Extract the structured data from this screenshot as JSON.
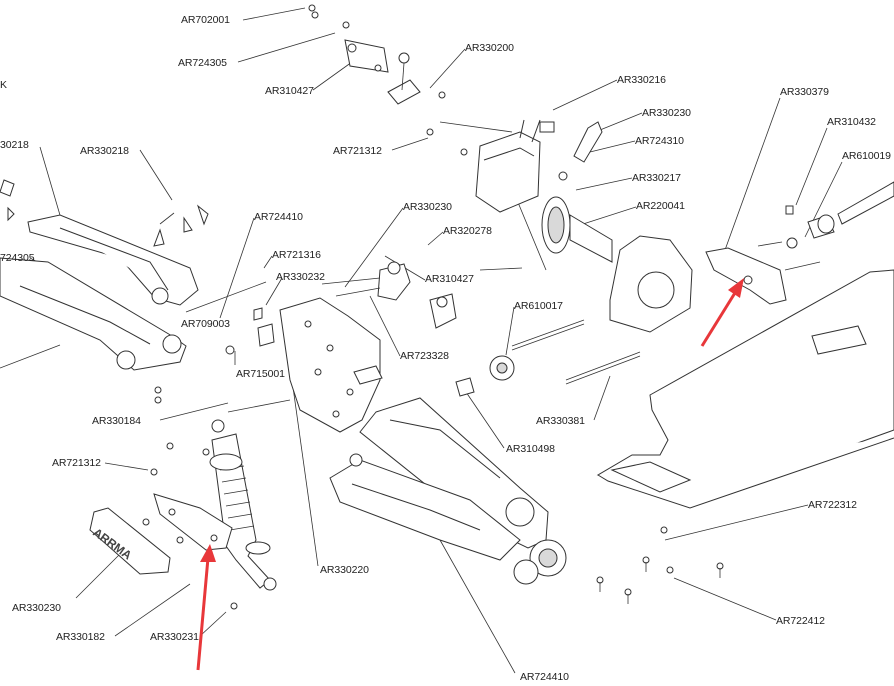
{
  "diagram": {
    "callouts": [
      {
        "id": "ar702001",
        "text": "AR702001"
      },
      {
        "id": "ar724305-top",
        "text": "AR724305"
      },
      {
        "id": "ar310427-top",
        "text": "AR310427"
      },
      {
        "id": "ar330200",
        "text": "AR330200"
      },
      {
        "id": "ar330216",
        "text": "AR330216"
      },
      {
        "id": "ar330230-top",
        "text": "AR330230"
      },
      {
        "id": "ar724310",
        "text": "AR724310"
      },
      {
        "id": "ar330217",
        "text": "AR330217"
      },
      {
        "id": "ar220041",
        "text": "AR220041"
      },
      {
        "id": "ar721312-top",
        "text": "AR721312"
      },
      {
        "id": "ar330379",
        "text": "AR330379"
      },
      {
        "id": "ar310432",
        "text": "AR310432"
      },
      {
        "id": "ar610019",
        "text": "AR610019"
      },
      {
        "id": "k-partial",
        "text": "K"
      },
      {
        "id": "ar330218-left",
        "text": "30218"
      },
      {
        "id": "ar330218",
        "text": "AR330218"
      },
      {
        "id": "ar724305-left",
        "text": "724305"
      },
      {
        "id": "ar724410-top",
        "text": "AR724410"
      },
      {
        "id": "ar721316",
        "text": "AR721316"
      },
      {
        "id": "ar330232",
        "text": "AR330232"
      },
      {
        "id": "ar709003",
        "text": "AR709003"
      },
      {
        "id": "ar715001",
        "text": "AR715001"
      },
      {
        "id": "ar330230-mid",
        "text": "AR330230"
      },
      {
        "id": "ar320278",
        "text": "AR320278"
      },
      {
        "id": "ar310427-mid",
        "text": "AR310427"
      },
      {
        "id": "ar610017",
        "text": "AR610017"
      },
      {
        "id": "ar723328",
        "text": "AR723328"
      },
      {
        "id": "ar330184",
        "text": "AR330184"
      },
      {
        "id": "ar330381",
        "text": "AR330381"
      },
      {
        "id": "ar310498",
        "text": "AR310498"
      },
      {
        "id": "ar721312-left",
        "text": "AR721312"
      },
      {
        "id": "ar722312",
        "text": "AR722312"
      },
      {
        "id": "ar330220",
        "text": "AR330220"
      },
      {
        "id": "ar330230-bottom",
        "text": "AR330230"
      },
      {
        "id": "ar330182",
        "text": "AR330182"
      },
      {
        "id": "ar330231",
        "text": "AR330231"
      },
      {
        "id": "ar722412",
        "text": "AR722412"
      },
      {
        "id": "ar724410-bottom",
        "text": "AR724410"
      }
    ],
    "mount_plate_text": "ARRMA",
    "arrow_color": "#e8373a"
  }
}
